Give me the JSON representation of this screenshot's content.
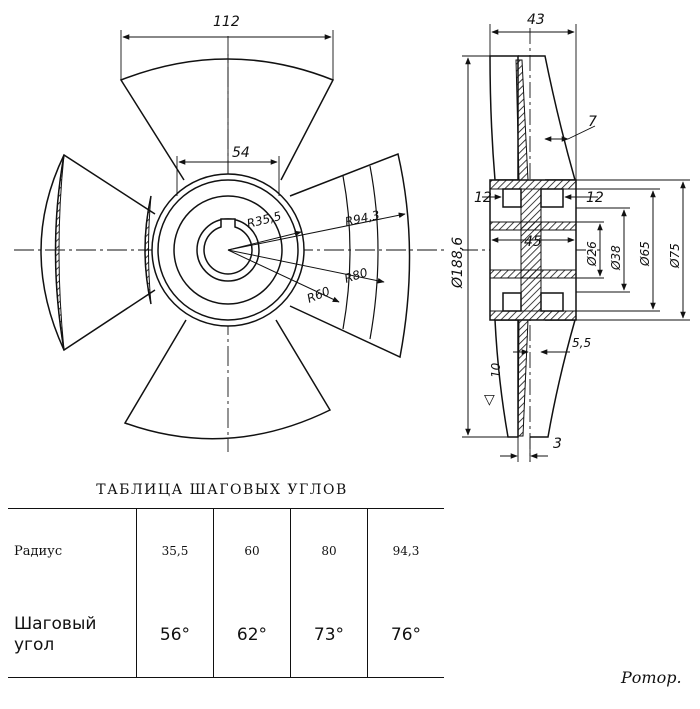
{
  "drawing": {
    "dimensions": {
      "width_112": "112",
      "hub_54": "54",
      "r35": "R35,5",
      "r94": "R94,3",
      "r80": "R80",
      "r60": "R60",
      "dia188": "Ø188,6",
      "w43": "43",
      "d7": "7",
      "d12a": "12",
      "d12b": "12",
      "d45": "45",
      "dia26": "Ø26",
      "dia38": "Ø38",
      "dia65": "Ø65",
      "dia75": "Ø75",
      "d55": "5,5",
      "d10": "10",
      "d3": "3",
      "finish": "▽"
    }
  },
  "table": {
    "title": "ТАБЛИЦА ШАГОВЫХ УГЛОВ",
    "row1_header": "Радиус",
    "radii": [
      "35,5",
      "60",
      "80",
      "94,3"
    ],
    "row2_header_line1": "Шаговый",
    "row2_header_line2": "угол",
    "angles": [
      "56°",
      "62°",
      "73°",
      "76°"
    ]
  },
  "caption": "Ротор."
}
